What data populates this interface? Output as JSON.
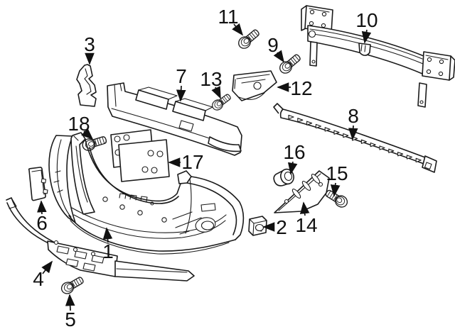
{
  "diagram": {
    "background_color": "#ffffff",
    "line_color": "#1a1a1a",
    "callouts": [
      {
        "number": "1"
      },
      {
        "number": "2"
      },
      {
        "number": "3"
      },
      {
        "number": "4"
      },
      {
        "number": "5"
      },
      {
        "number": "6"
      },
      {
        "number": "7"
      },
      {
        "number": "8"
      },
      {
        "number": "9"
      },
      {
        "number": "10"
      },
      {
        "number": "11"
      },
      {
        "number": "12"
      },
      {
        "number": "13"
      },
      {
        "number": "14"
      },
      {
        "number": "15"
      },
      {
        "number": "16"
      },
      {
        "number": "17"
      },
      {
        "number": "18"
      }
    ]
  }
}
